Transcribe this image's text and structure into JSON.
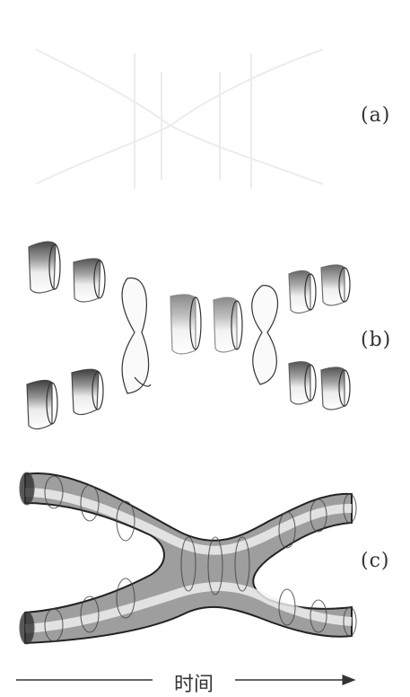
{
  "figure": {
    "panels": [
      {
        "label": "(a)"
      },
      {
        "label": "(b)"
      },
      {
        "label": "(c)"
      }
    ],
    "axis": {
      "label": "时间"
    }
  }
}
